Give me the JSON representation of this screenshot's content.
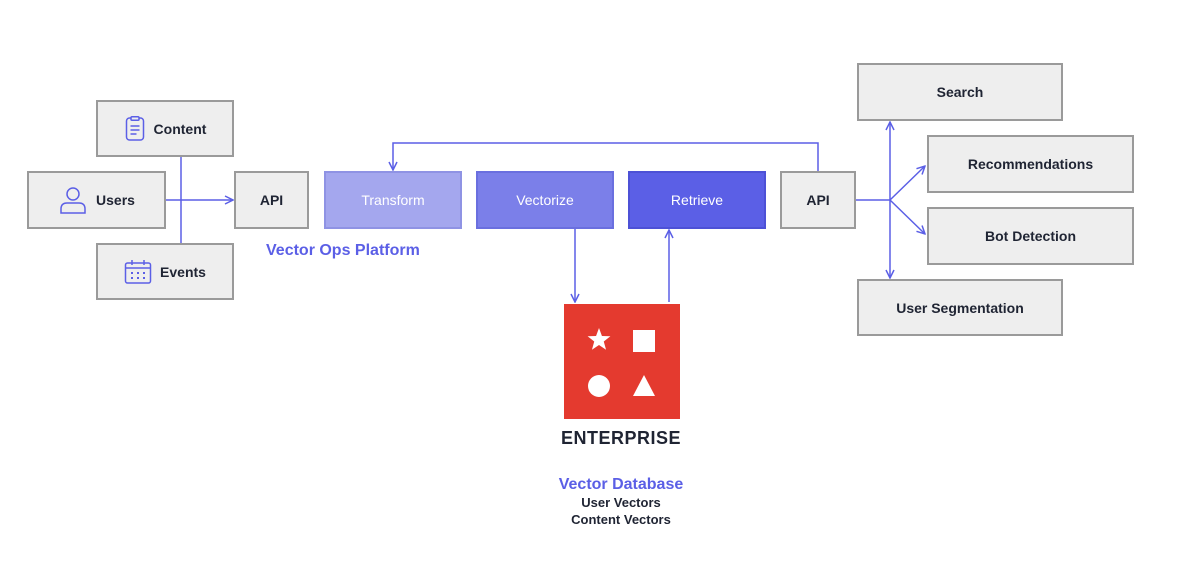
{
  "colors": {
    "accent": "#5b5fe6",
    "transform_fill": "#a4a7ee",
    "vectorize_fill": "#7b7fe9",
    "retrieve_fill": "#5b5fe6",
    "box_fill": "#eeeeee",
    "box_border": "#9a9a9a",
    "enterprise_red": "#e43a2f",
    "text_dark": "#1f2433"
  },
  "sources": [
    {
      "label": "Content",
      "icon": "document-icon"
    },
    {
      "label": "Users",
      "icon": "user-icon"
    },
    {
      "label": "Events",
      "icon": "calendar-icon"
    }
  ],
  "pipeline": {
    "api_in": "API",
    "stages": [
      "Transform",
      "Vectorize",
      "Retrieve"
    ],
    "api_out": "API",
    "platform_label": "Vector Ops Platform"
  },
  "outputs": [
    "Search",
    "Recommendations",
    "Bot Detection",
    "User Segmentation"
  ],
  "database": {
    "logo_text": "ENTERPRISE",
    "logo_icons": [
      "star-icon",
      "square-icon",
      "circle-icon",
      "triangle-icon"
    ],
    "title": "Vector Database",
    "items": [
      "User Vectors",
      "Content Vectors"
    ]
  }
}
